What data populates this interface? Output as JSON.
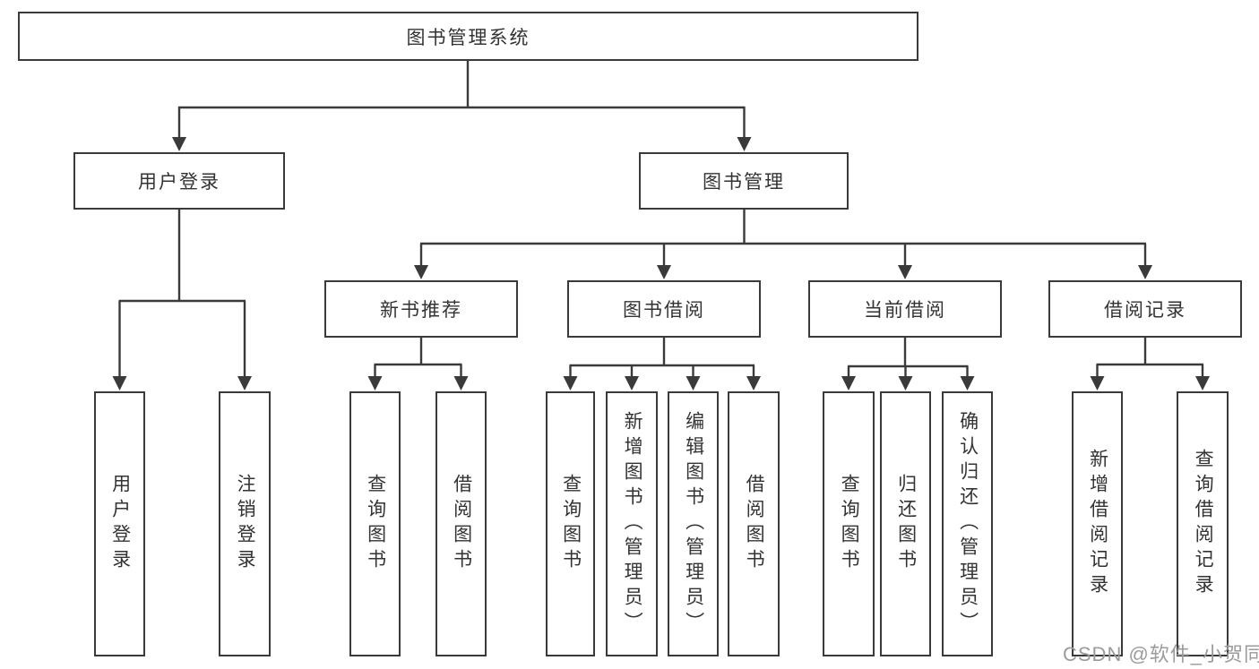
{
  "tree": {
    "root": {
      "label": "图书管理系统",
      "children": [
        {
          "label": "用户登录",
          "children": [
            {
              "label": "用户登录"
            },
            {
              "label": "注销登录"
            }
          ]
        },
        {
          "label": "图书管理",
          "children": [
            {
              "label": "新书推荐",
              "children": [
                {
                  "label": "查询图书"
                },
                {
                  "label": "借阅图书"
                }
              ]
            },
            {
              "label": "图书借阅",
              "children": [
                {
                  "label": "查询图书"
                },
                {
                  "label": "新增图书（管理员）"
                },
                {
                  "label": "编辑图书（管理员）"
                },
                {
                  "label": "借阅图书"
                }
              ]
            },
            {
              "label": "当前借阅",
              "children": [
                {
                  "label": "查询图书"
                },
                {
                  "label": "归还图书"
                },
                {
                  "label": "确认归还（管理员）"
                }
              ]
            },
            {
              "label": "借阅记录",
              "children": [
                {
                  "label": "新增借阅记录"
                },
                {
                  "label": "查询借阅记录"
                }
              ]
            }
          ]
        }
      ]
    }
  },
  "watermark": "CSDN @软件_小贺同学",
  "colors": {
    "line": "#3a3a3a",
    "text": "#333333",
    "watermark": "#9b9b9b",
    "background": "#ffffff"
  }
}
